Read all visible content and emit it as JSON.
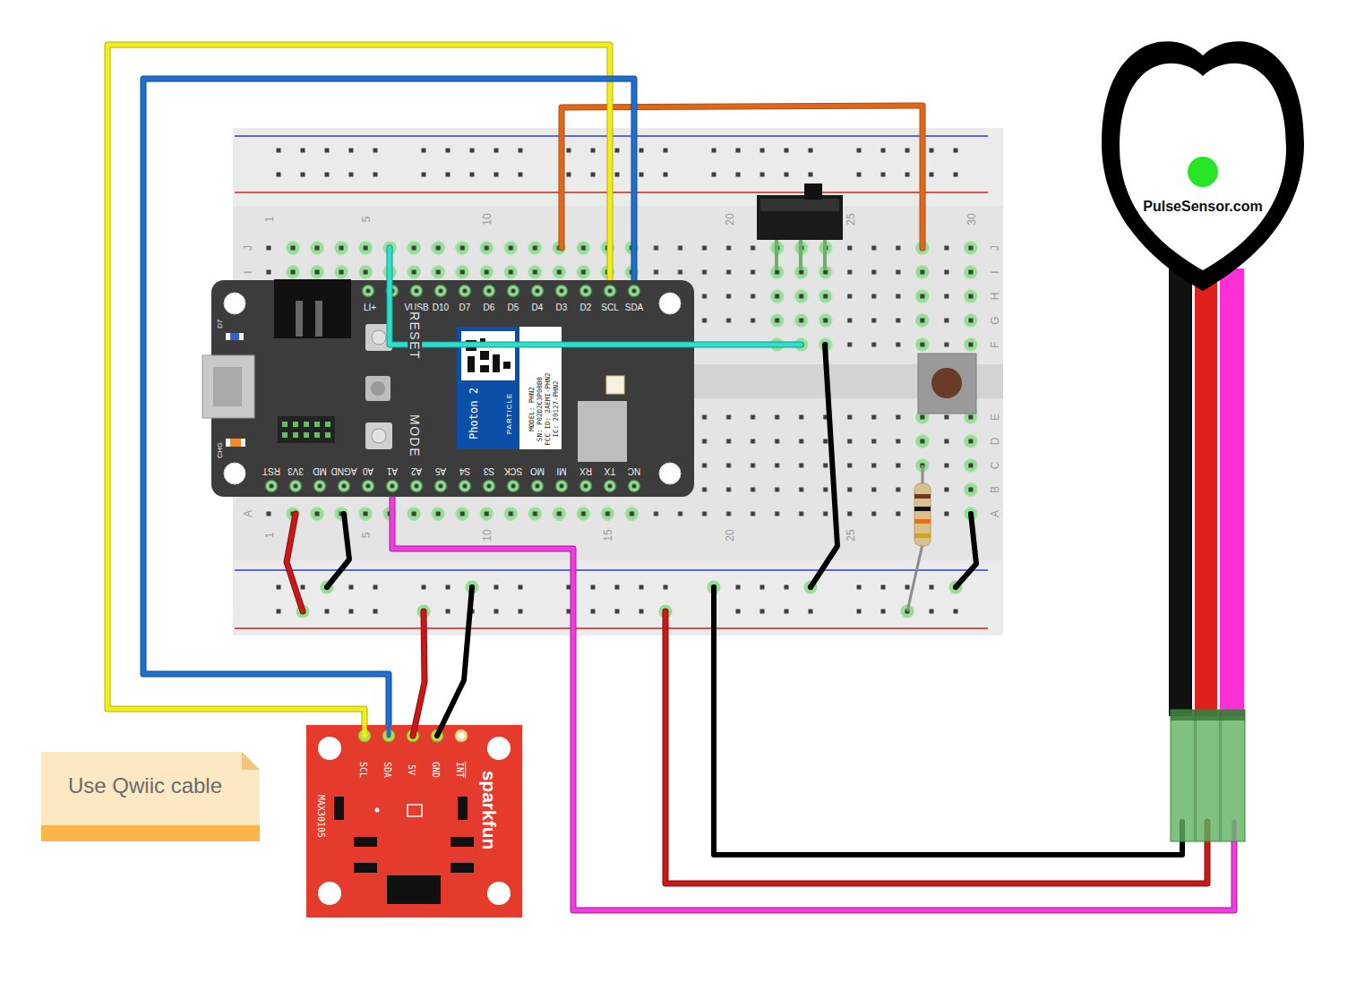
{
  "diagram": {
    "nodes": [
      {
        "text": [
          "LI+",
          "VUSB",
          "D10",
          "D7",
          "D6",
          "D5",
          "D4",
          "D3",
          "D2",
          "SCL",
          "SDA",
          "RESET",
          "MODE",
          "RST",
          "3V3",
          "MD",
          "AGND",
          "A0",
          "A1",
          "A2",
          "A5",
          "S4",
          "S3",
          "SCK",
          "MO",
          "MI",
          "RX",
          "TX",
          "NC",
          "Photon 2",
          "PARTICLE",
          "MODEL: PHN2",
          "SN: P02D2C3P08B8",
          "FCC ID: 2AEMI-PHN2",
          "IC: 20127-PHN2",
          "D7",
          "CHG"
        ]
      },
      {
        "text": [
          "PulseSensor.com"
        ]
      },
      {
        "text": [
          "SCL",
          "SDA",
          "5V",
          "GND",
          "INT",
          "MAX30105",
          "sparkfun"
        ]
      },
      {
        "text": [
          "Use Qwiic cable"
        ]
      }
    ],
    "edges": [
      {
        "from": 0,
        "to": 2,
        "arrow": "none"
      },
      {
        "from": 0,
        "to": 2,
        "arrow": "none"
      },
      {
        "from": 0,
        "to": 1,
        "arrow": "none"
      }
    ],
    "labels": [
      "1",
      "5",
      "10",
      "20",
      "25",
      "30",
      "1",
      "5",
      "10",
      "15",
      "20",
      "25",
      "J",
      "I",
      "A",
      "J",
      "I",
      "H",
      "G",
      "F",
      "E",
      "D",
      "C",
      "B",
      "A"
    ]
  }
}
